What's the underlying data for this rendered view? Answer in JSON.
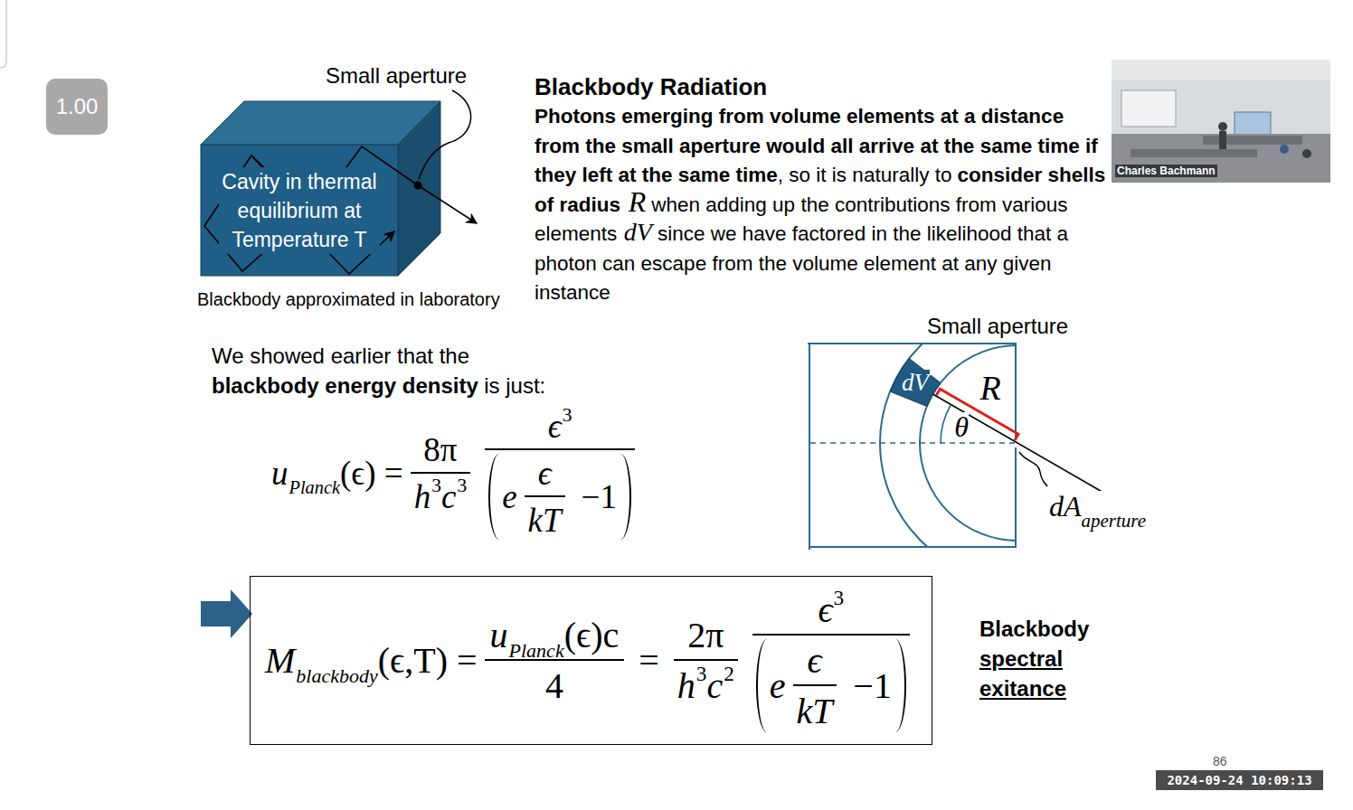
{
  "diagram": {
    "title": "Blackbody Radiation",
    "nodes": [
      {
        "text": [
          "1.00"
        ]
      },
      {
        "text": [
          "Cavity in thermal equilibrium at Temperature T"
        ]
      },
      {
        "text": [
          "Charles Bachmann"
        ]
      },
      {
        "text": [
          "dV"
        ]
      },
      {
        "text": [
          "M",
          "blackbody",
          "(ϵ,T) =",
          "u",
          "Planck",
          "(ϵ)c",
          "4",
          "=",
          "2π",
          "h",
          "3",
          "c",
          "2",
          "ϵ",
          "3",
          "e",
          "ϵ",
          "kT",
          "−1"
        ]
      },
      {
        "text": [
          "2024-09-24 10:09:13"
        ]
      }
    ],
    "labels": [
      "Small aperture",
      "Blackbody approximated in laboratory",
      "Photons emerging from volume elements at a distance from the small aperture would all arrive at the same time if they left at the same time",
      ", so it is naturally to",
      "consider shells of radius",
      "R",
      "when adding up the contributions from various elements",
      "dV",
      "since we have factored in the likelihood that a photon can escape from the volume element at any given instance",
      "We showed earlier that the",
      "blackbody energy density",
      "is just:",
      "u",
      "Planck",
      "(ϵ) =",
      "8π",
      "h",
      "3",
      "c",
      "3",
      "ϵ",
      "3",
      "e",
      "ϵ",
      "kT",
      "−1",
      "Small aperture",
      "R",
      "θ",
      "dA",
      "aperture",
      "Blackbody",
      "spectral",
      "exitance",
      "86"
    ]
  }
}
